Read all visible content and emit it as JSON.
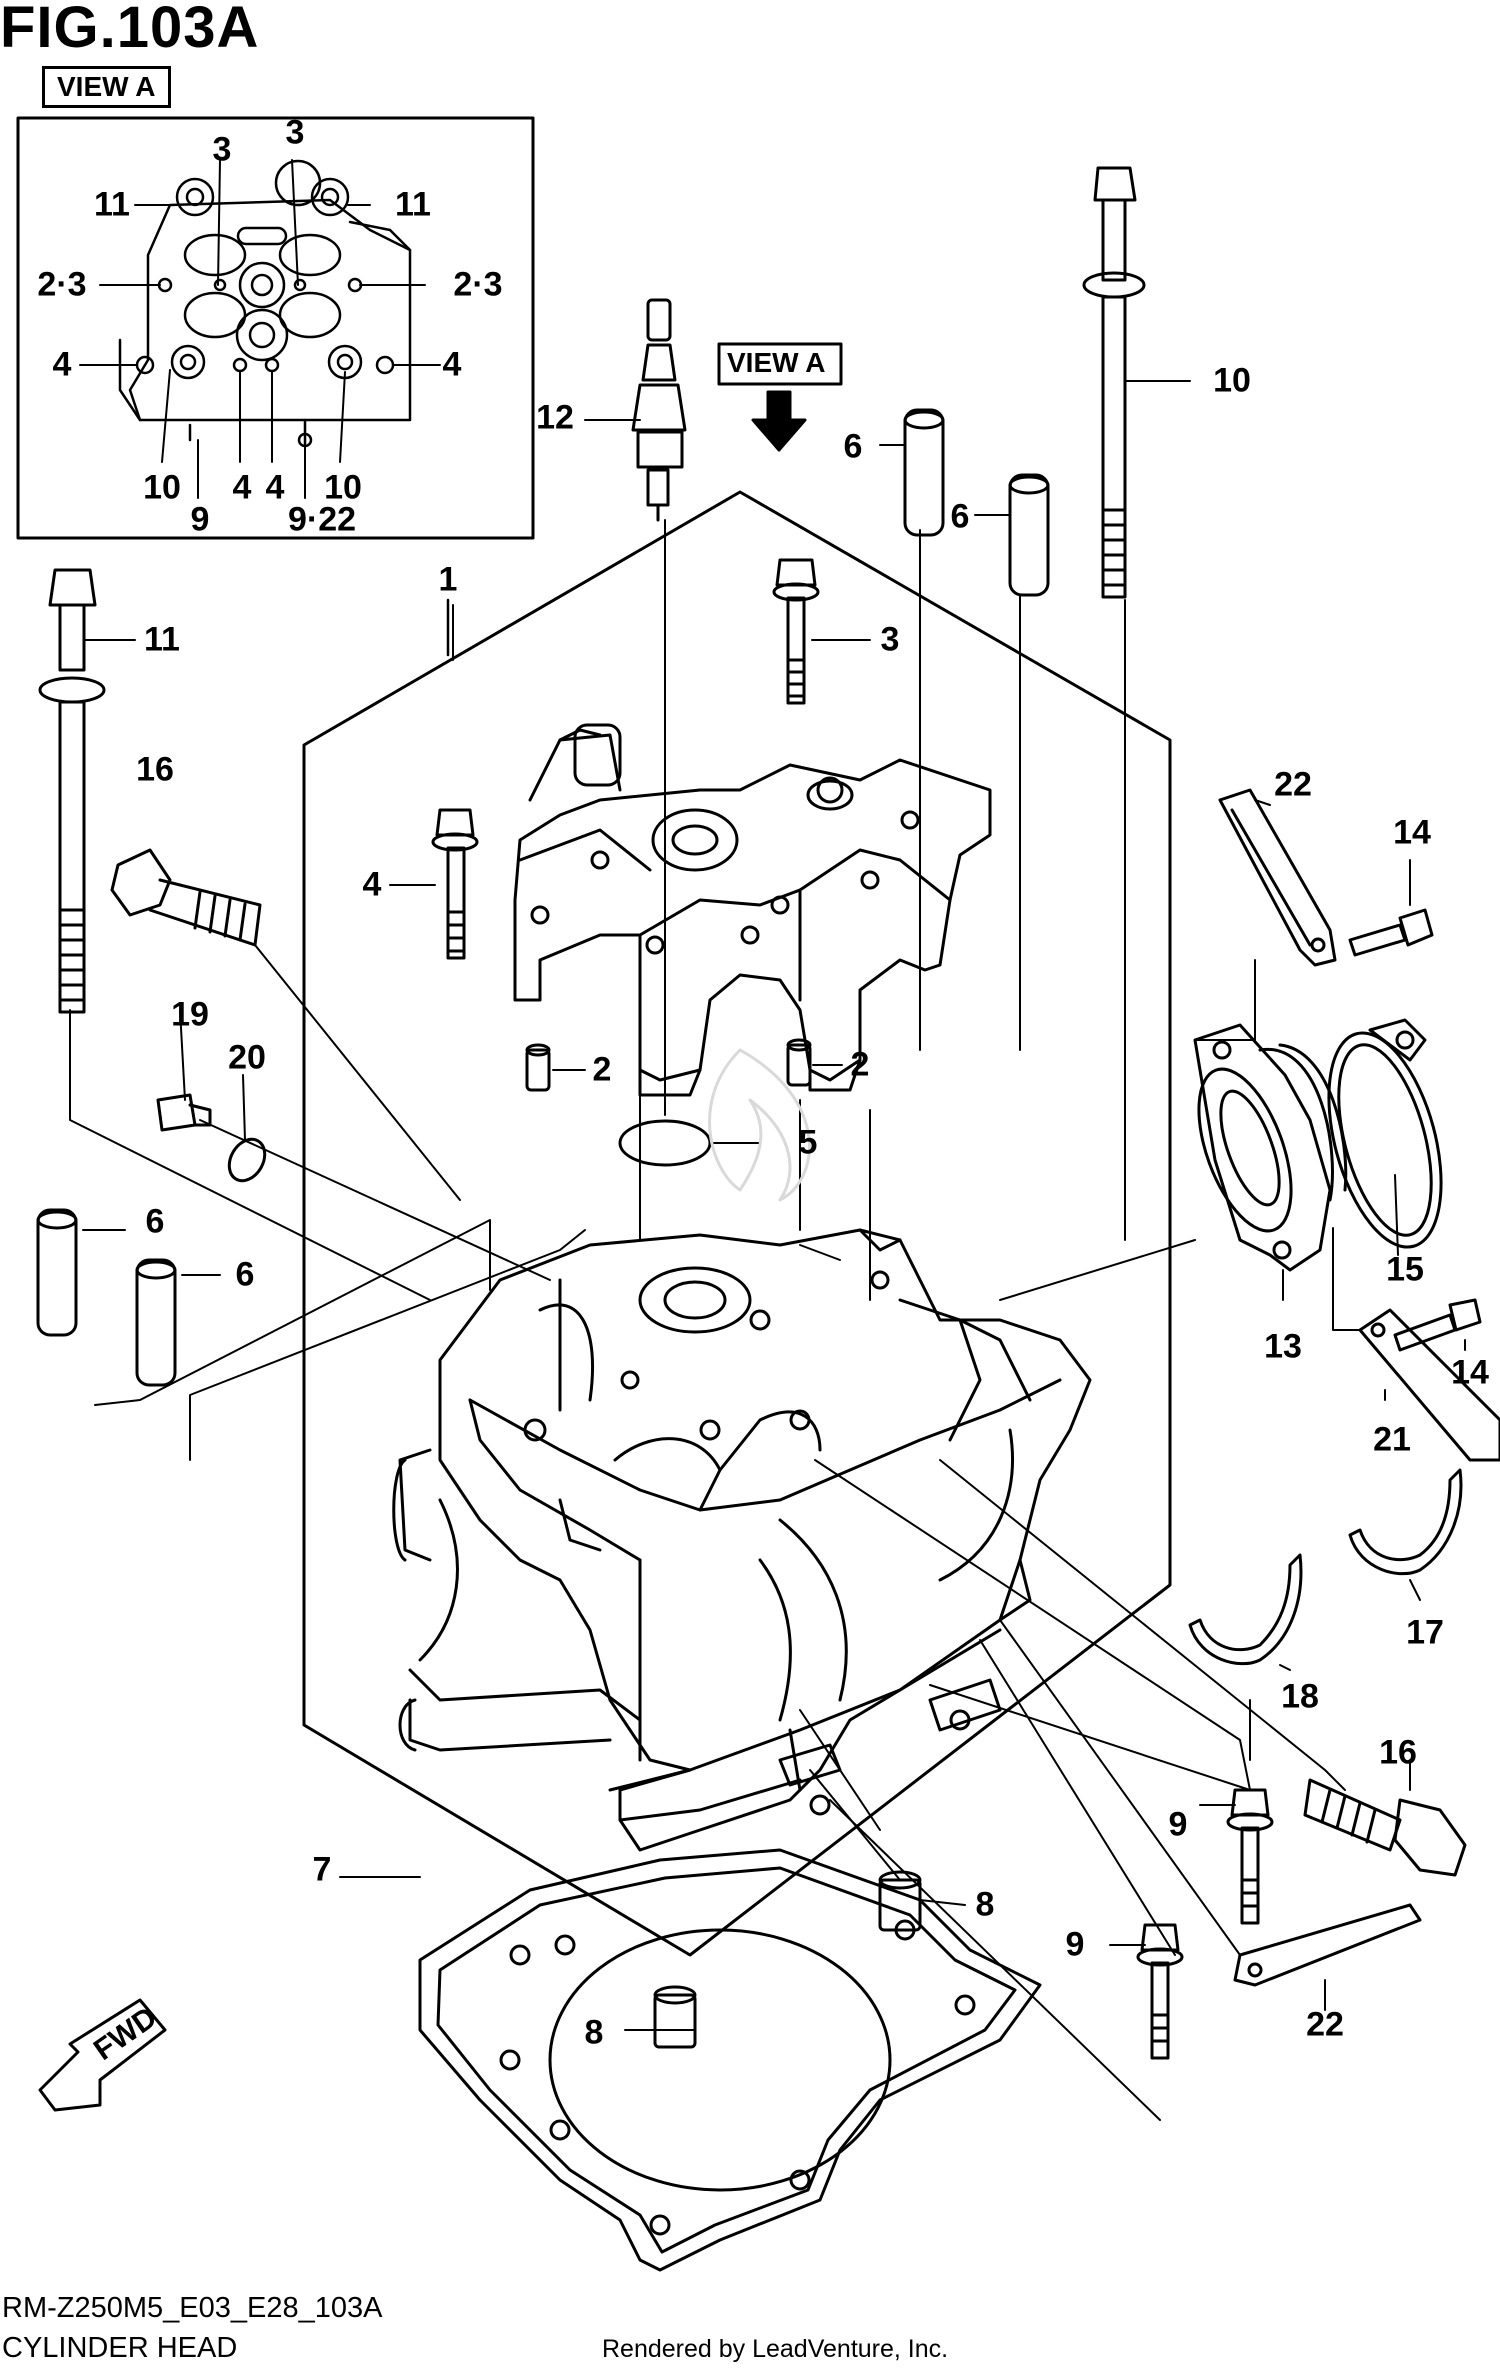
{
  "figure": {
    "title": "FIG.103A",
    "view_tag": "VIEW A",
    "view_arrow_label": "VIEW A",
    "fwd_label": "FWD"
  },
  "footer": {
    "code": "RM-Z250M5_E03_E28_103A",
    "name": "CYLINDER HEAD",
    "credit": "Rendered by LeadVenture, Inc."
  },
  "inset_callouts": [
    "3",
    "3",
    "11",
    "11",
    "2·3",
    "2·3",
    "4",
    "4",
    "10",
    "4",
    "4",
    "10",
    "9",
    "9·22"
  ],
  "main_callouts": [
    "1",
    "3",
    "4",
    "2",
    "2",
    "5",
    "6",
    "6",
    "10",
    "11",
    "12",
    "16",
    "19",
    "20",
    "6",
    "6",
    "22",
    "14",
    "15",
    "13",
    "14",
    "21",
    "17",
    "18",
    "16",
    "9",
    "9",
    "22",
    "8",
    "8",
    "7"
  ]
}
